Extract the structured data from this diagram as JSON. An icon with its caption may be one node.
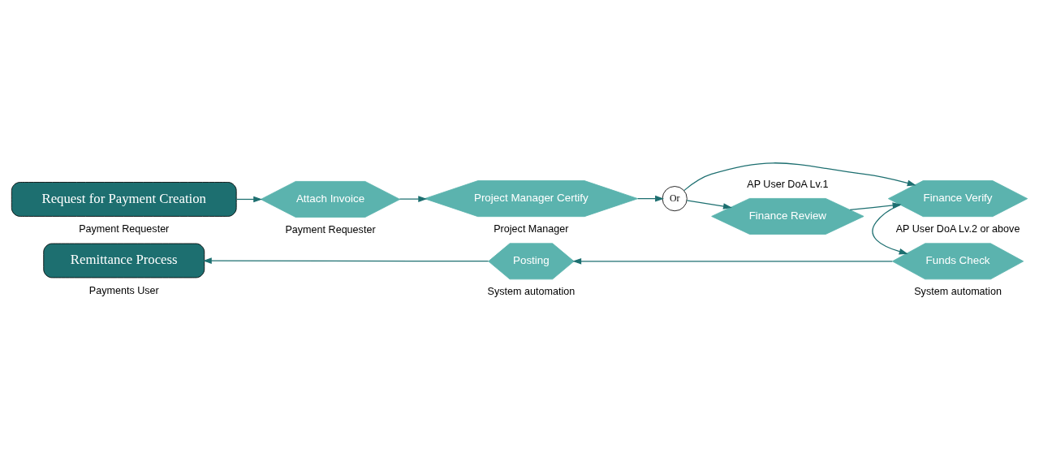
{
  "diagram": {
    "nodes": [
      {
        "text": [
          "Request for Payment Creation"
        ],
        "beside": [
          "Payment Requester"
        ]
      },
      {
        "text": [
          "Attach Invoice"
        ],
        "beside": [
          "Payment Requester"
        ]
      },
      {
        "text": [
          "Project Manager Certify"
        ],
        "beside": [
          "Project Manager"
        ]
      },
      {
        "text": [
          "Or"
        ]
      },
      {
        "text": [
          "Finance Review"
        ],
        "beside": [
          "AP User DoA Lv.1"
        ]
      },
      {
        "text": [
          "Finance Verify"
        ],
        "beside": [
          "AP User DoA Lv.2 or above"
        ]
      },
      {
        "text": [
          "Funds Check"
        ],
        "beside": [
          "System automation"
        ]
      },
      {
        "text": [
          "Posting"
        ],
        "beside": [
          "System automation"
        ]
      },
      {
        "text": [
          "Remittance Process"
        ],
        "beside": [
          "Payments User"
        ]
      }
    ],
    "edges": [
      {
        "from": 0,
        "to": 1,
        "arrow": "to"
      },
      {
        "from": 1,
        "to": 2,
        "arrow": "to"
      },
      {
        "from": 2,
        "to": 3,
        "arrow": "to"
      },
      {
        "from": 3,
        "to": 4,
        "arrow": "to"
      },
      {
        "from": 3,
        "to": 5,
        "arrow": "to"
      },
      {
        "from": 4,
        "to": 5,
        "arrow": "to"
      },
      {
        "from": 5,
        "to": 6,
        "arrow": "to"
      },
      {
        "from": 6,
        "to": 7,
        "arrow": "to"
      },
      {
        "from": 7,
        "to": 8,
        "arrow": "to"
      }
    ]
  }
}
